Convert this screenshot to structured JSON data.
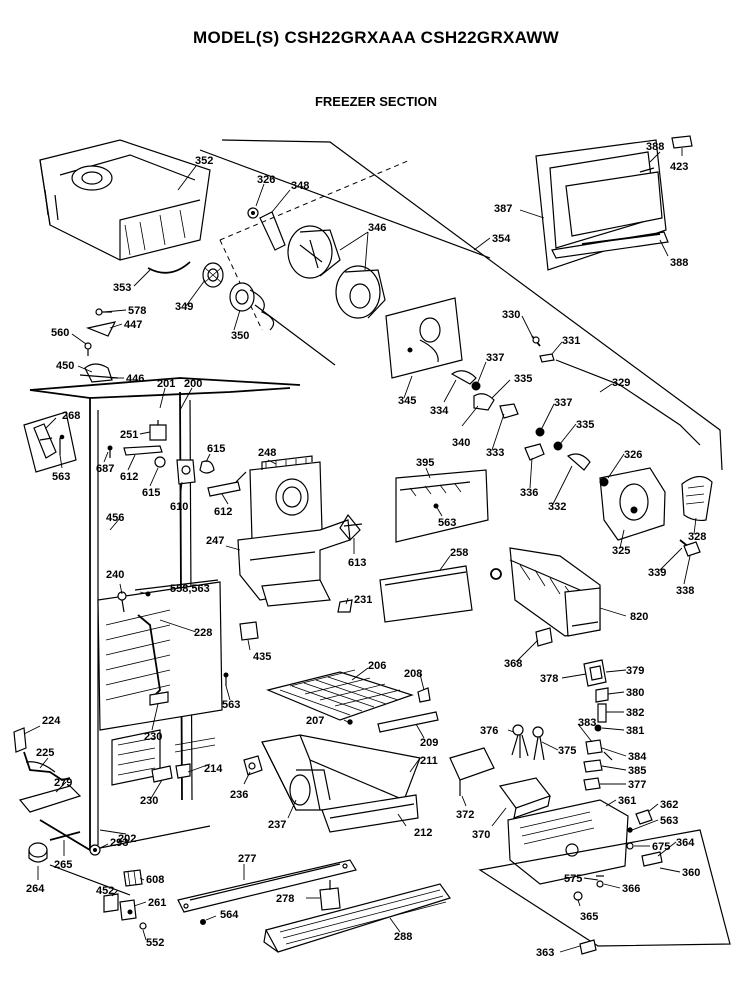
{
  "header": {
    "model_title": "MODEL(S) CSH22GRXAAA  CSH22GRXAWW",
    "section_title": "FREEZER SECTION"
  },
  "part_labels": [
    "352",
    "326",
    "348",
    "346",
    "353",
    "349",
    "350",
    "578",
    "447",
    "560",
    "450",
    "446",
    "201",
    "200",
    "268",
    "563",
    "251",
    "687",
    "612",
    "615",
    "610",
    "615",
    "612",
    "248",
    "395",
    "563",
    "613",
    "247",
    "456",
    "240",
    "558,563",
    "228",
    "435",
    "231",
    "258",
    "206",
    "208",
    "207",
    "209",
    "230",
    "214",
    "563",
    "211",
    "236",
    "230",
    "224",
    "225",
    "279",
    "202",
    "237",
    "212",
    "265",
    "293",
    "264",
    "608",
    "452",
    "261",
    "552",
    "277",
    "564",
    "278",
    "288",
    "345",
    "330",
    "331",
    "337",
    "335",
    "329",
    "334",
    "340",
    "333",
    "337",
    "335",
    "326",
    "336",
    "332",
    "325",
    "328",
    "339",
    "338",
    "820",
    "368",
    "378",
    "379",
    "380",
    "382",
    "381",
    "376",
    "375",
    "383",
    "384",
    "385",
    "377",
    "372",
    "370",
    "361",
    "362",
    "563",
    "675",
    "364",
    "575",
    "366",
    "360",
    "365",
    "363",
    "388",
    "423",
    "387",
    "354",
    "388"
  ]
}
